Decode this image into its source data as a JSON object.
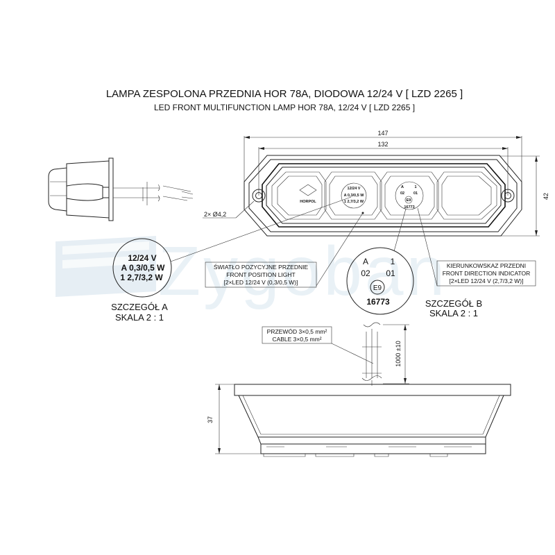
{
  "title": {
    "line1": "LAMPA ZESPOLONA PRZEDNIA HOR 78A, DIODOWA 12/24 V [ LZD 2265 ]",
    "line2": "LED FRONT MULTIFUNCTION LAMP HOR 78A, 12/24 V [ LZD 2265 ]"
  },
  "dimensions": {
    "overall_width": "147",
    "hole_spacing": "132",
    "height": "42",
    "hole_callout": "2× Ø4,2",
    "cable_length": "1000 ±10",
    "depth": "37"
  },
  "watermark": "Zygoban",
  "brand_logo": "HORPOL",
  "lamp_marking": {
    "voltage": "12/24 V",
    "line_a": "A 0,3/0,5 W",
    "line_1": "1  2,7/3,2 W",
    "b_a": "A",
    "b_1": "1",
    "b_02": "02",
    "b_01": "01",
    "b_e9": "E9",
    "b_approval": "16773"
  },
  "detail_a": {
    "voltage": "12/24 V",
    "line_a": "A 0,3/0,5 W",
    "line_1": "1  2,7/3,2 W",
    "name": "SZCZEGÓŁ A",
    "scale": "SKALA 2 : 1"
  },
  "detail_b": {
    "a": "A",
    "one": "1",
    "n02": "02",
    "n01": "01",
    "e9": "E9",
    "approval": "16773",
    "name": "SZCZEGÓŁ B",
    "scale": "SKALA 2 : 1"
  },
  "callouts": {
    "position_light": {
      "line1": "ŚWIATŁO POZYCYJNE PRZEDNIE",
      "line2": "FRONT POSITION LIGHT",
      "line3": "[2×LED 12/24 V (0,3/0,5 W)]"
    },
    "direction_indicator": {
      "line1": "KIERUNKOWSKAZ PRZEDNI",
      "line2": "FRONT DIRECTION INDICATOR",
      "line3": "[2×LED 12/24 V (2,7/3,2 W)]"
    },
    "cable": {
      "line1": "PRZEWÓD 3×0,5 mm²",
      "line2": "CABLE 3×0,5 mm²"
    }
  }
}
